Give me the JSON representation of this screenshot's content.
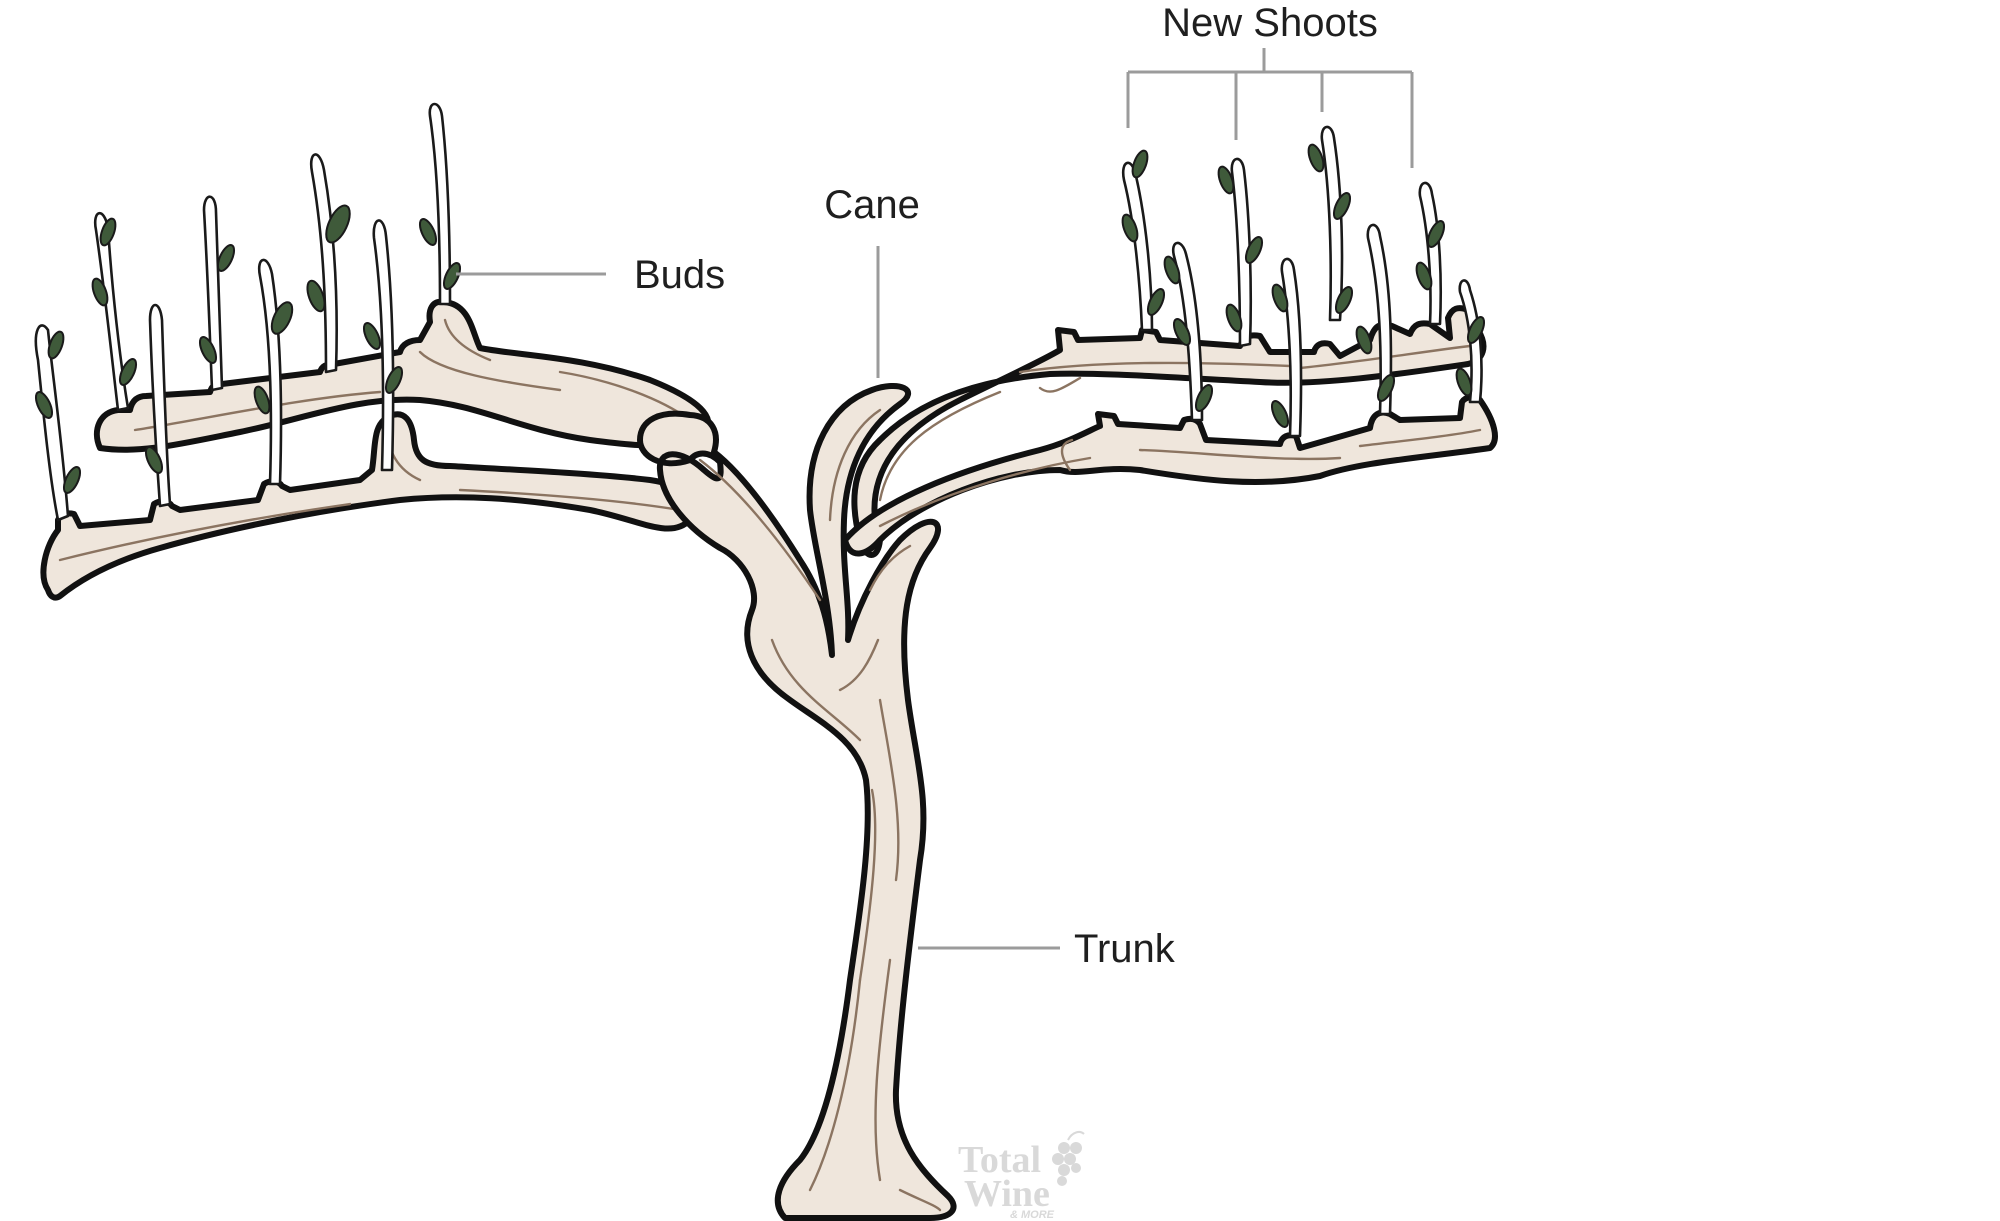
{
  "labels": {
    "new_shoots": "New Shoots",
    "cane": "Cane",
    "buds": "Buds",
    "trunk": "Trunk"
  },
  "logo": {
    "line1": "Total",
    "line2": "Wine",
    "line3": "& MORE",
    "icon": "grape-cluster-icon"
  },
  "colors": {
    "wood_fill": "#efe6dc",
    "grain": "#8b7461",
    "outline": "#111111",
    "leaf": "#3f5a3a",
    "leader_line": "#9b9b9b",
    "logo": "#d9d9d9"
  }
}
